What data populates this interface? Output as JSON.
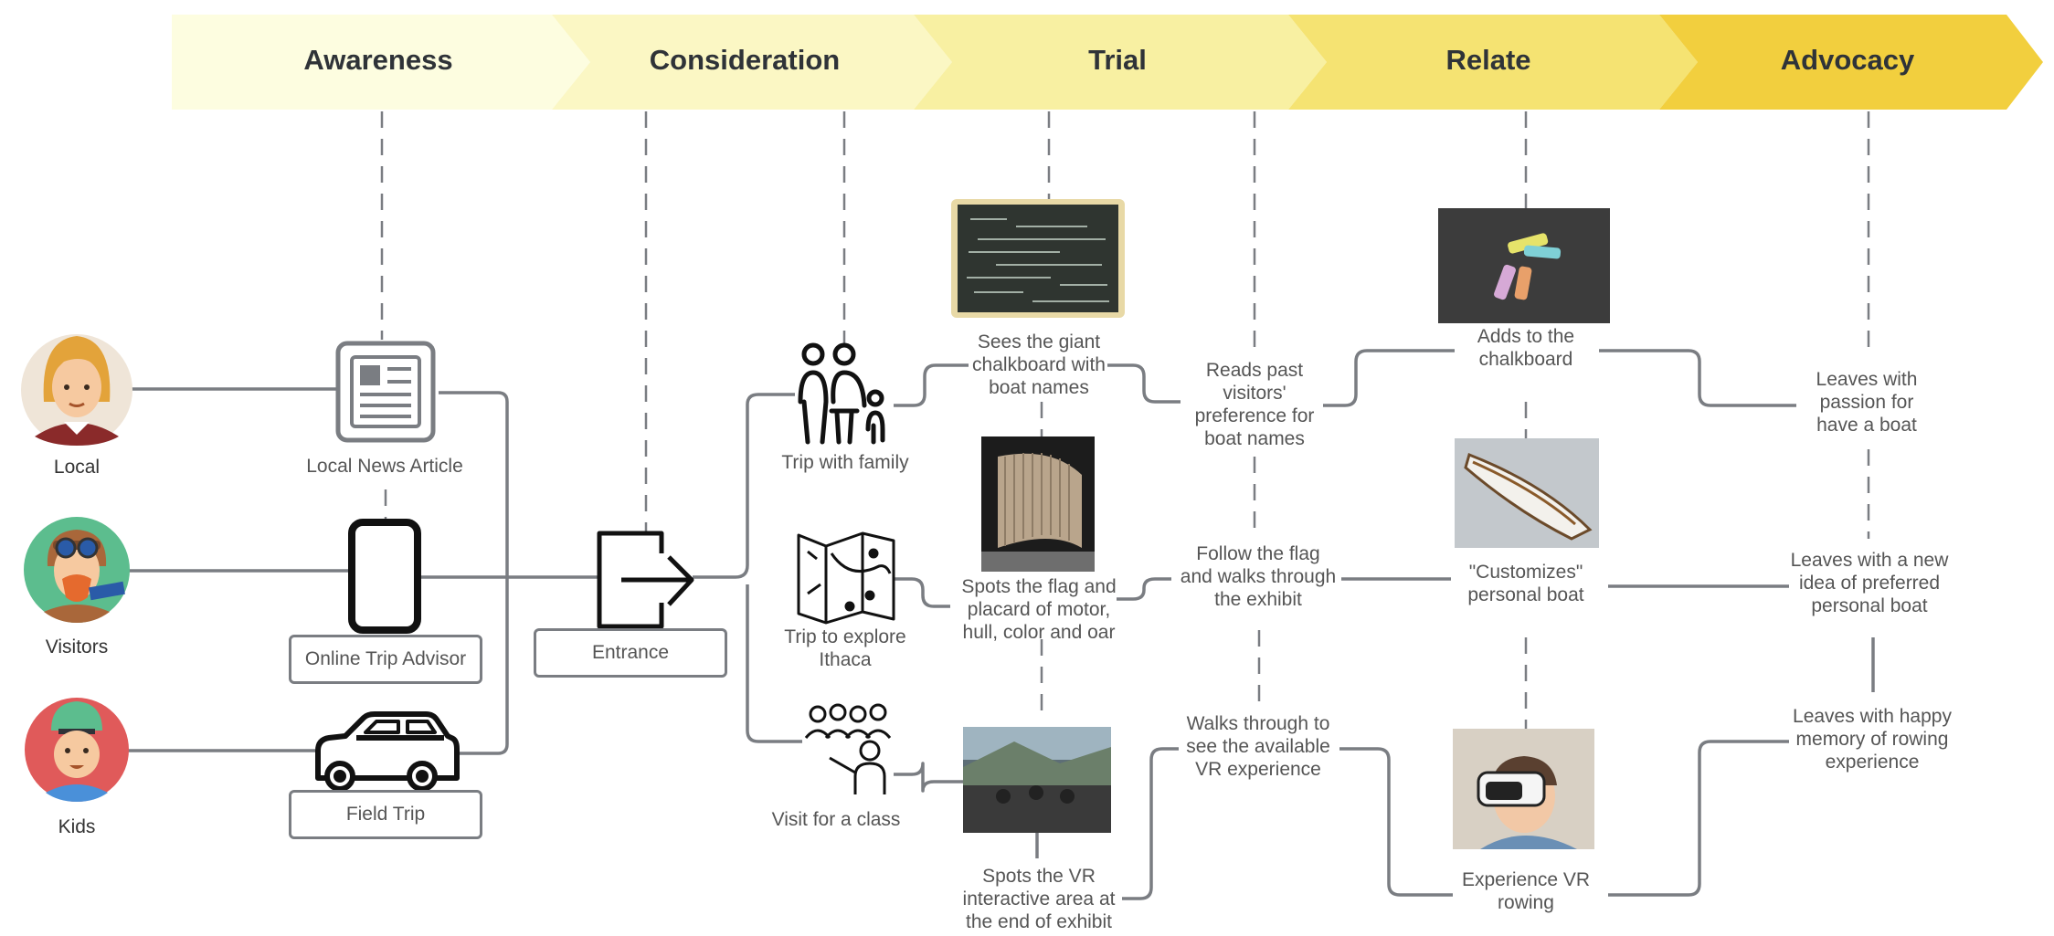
{
  "stages": [
    "Awareness",
    "Consideration",
    "Trial",
    "Relate",
    "Advocacy"
  ],
  "colors": {
    "stage_fills": [
      "#fdfde0",
      "#fbf7c4",
      "#f8f0a2",
      "#f5e372",
      "#f2cf3e"
    ],
    "line": "#7a7d82"
  },
  "personas": [
    {
      "label": "Local",
      "icon": "woman-avatar-icon"
    },
    {
      "label": "Visitors",
      "icon": "aviator-avatar-icon"
    },
    {
      "label": "Kids",
      "icon": "child-avatar-icon"
    }
  ],
  "channels": {
    "news": "Local News Article",
    "online": "Online Trip Advisor",
    "field": "Field Trip",
    "entrance": "Entrance"
  },
  "trips": {
    "family": "Trip with family",
    "ithaca": "Trip to explore\nIthaca",
    "class": "Visit for a class"
  },
  "trial": {
    "chalkboard": "Sees the giant\nchalkboard with\nboat names",
    "flag": "Spots the flag and\nplacard of motor,\nhull, color and oar",
    "vr": "Spots the VR\ninteractive area at\nthe end of exhibit",
    "reads": "Reads past\nvisitors'\npreference for\nboat names",
    "follow": "Follow the flag\nand walks through\nthe exhibit",
    "walks": "Walks through to\nsee the available\nVR experience"
  },
  "relate": {
    "adds": "Adds to the\nchalkboard",
    "customizes": "\"Customizes\"\npersonal boat",
    "experience": "Experience VR\nrowing"
  },
  "advocacy": {
    "passion": "Leaves with\npassion for\nhave a boat",
    "idea": "Leaves with a new\nidea of preferred\npersonal boat",
    "memory": "Leaves with happy\nmemory of rowing\nexperience"
  }
}
